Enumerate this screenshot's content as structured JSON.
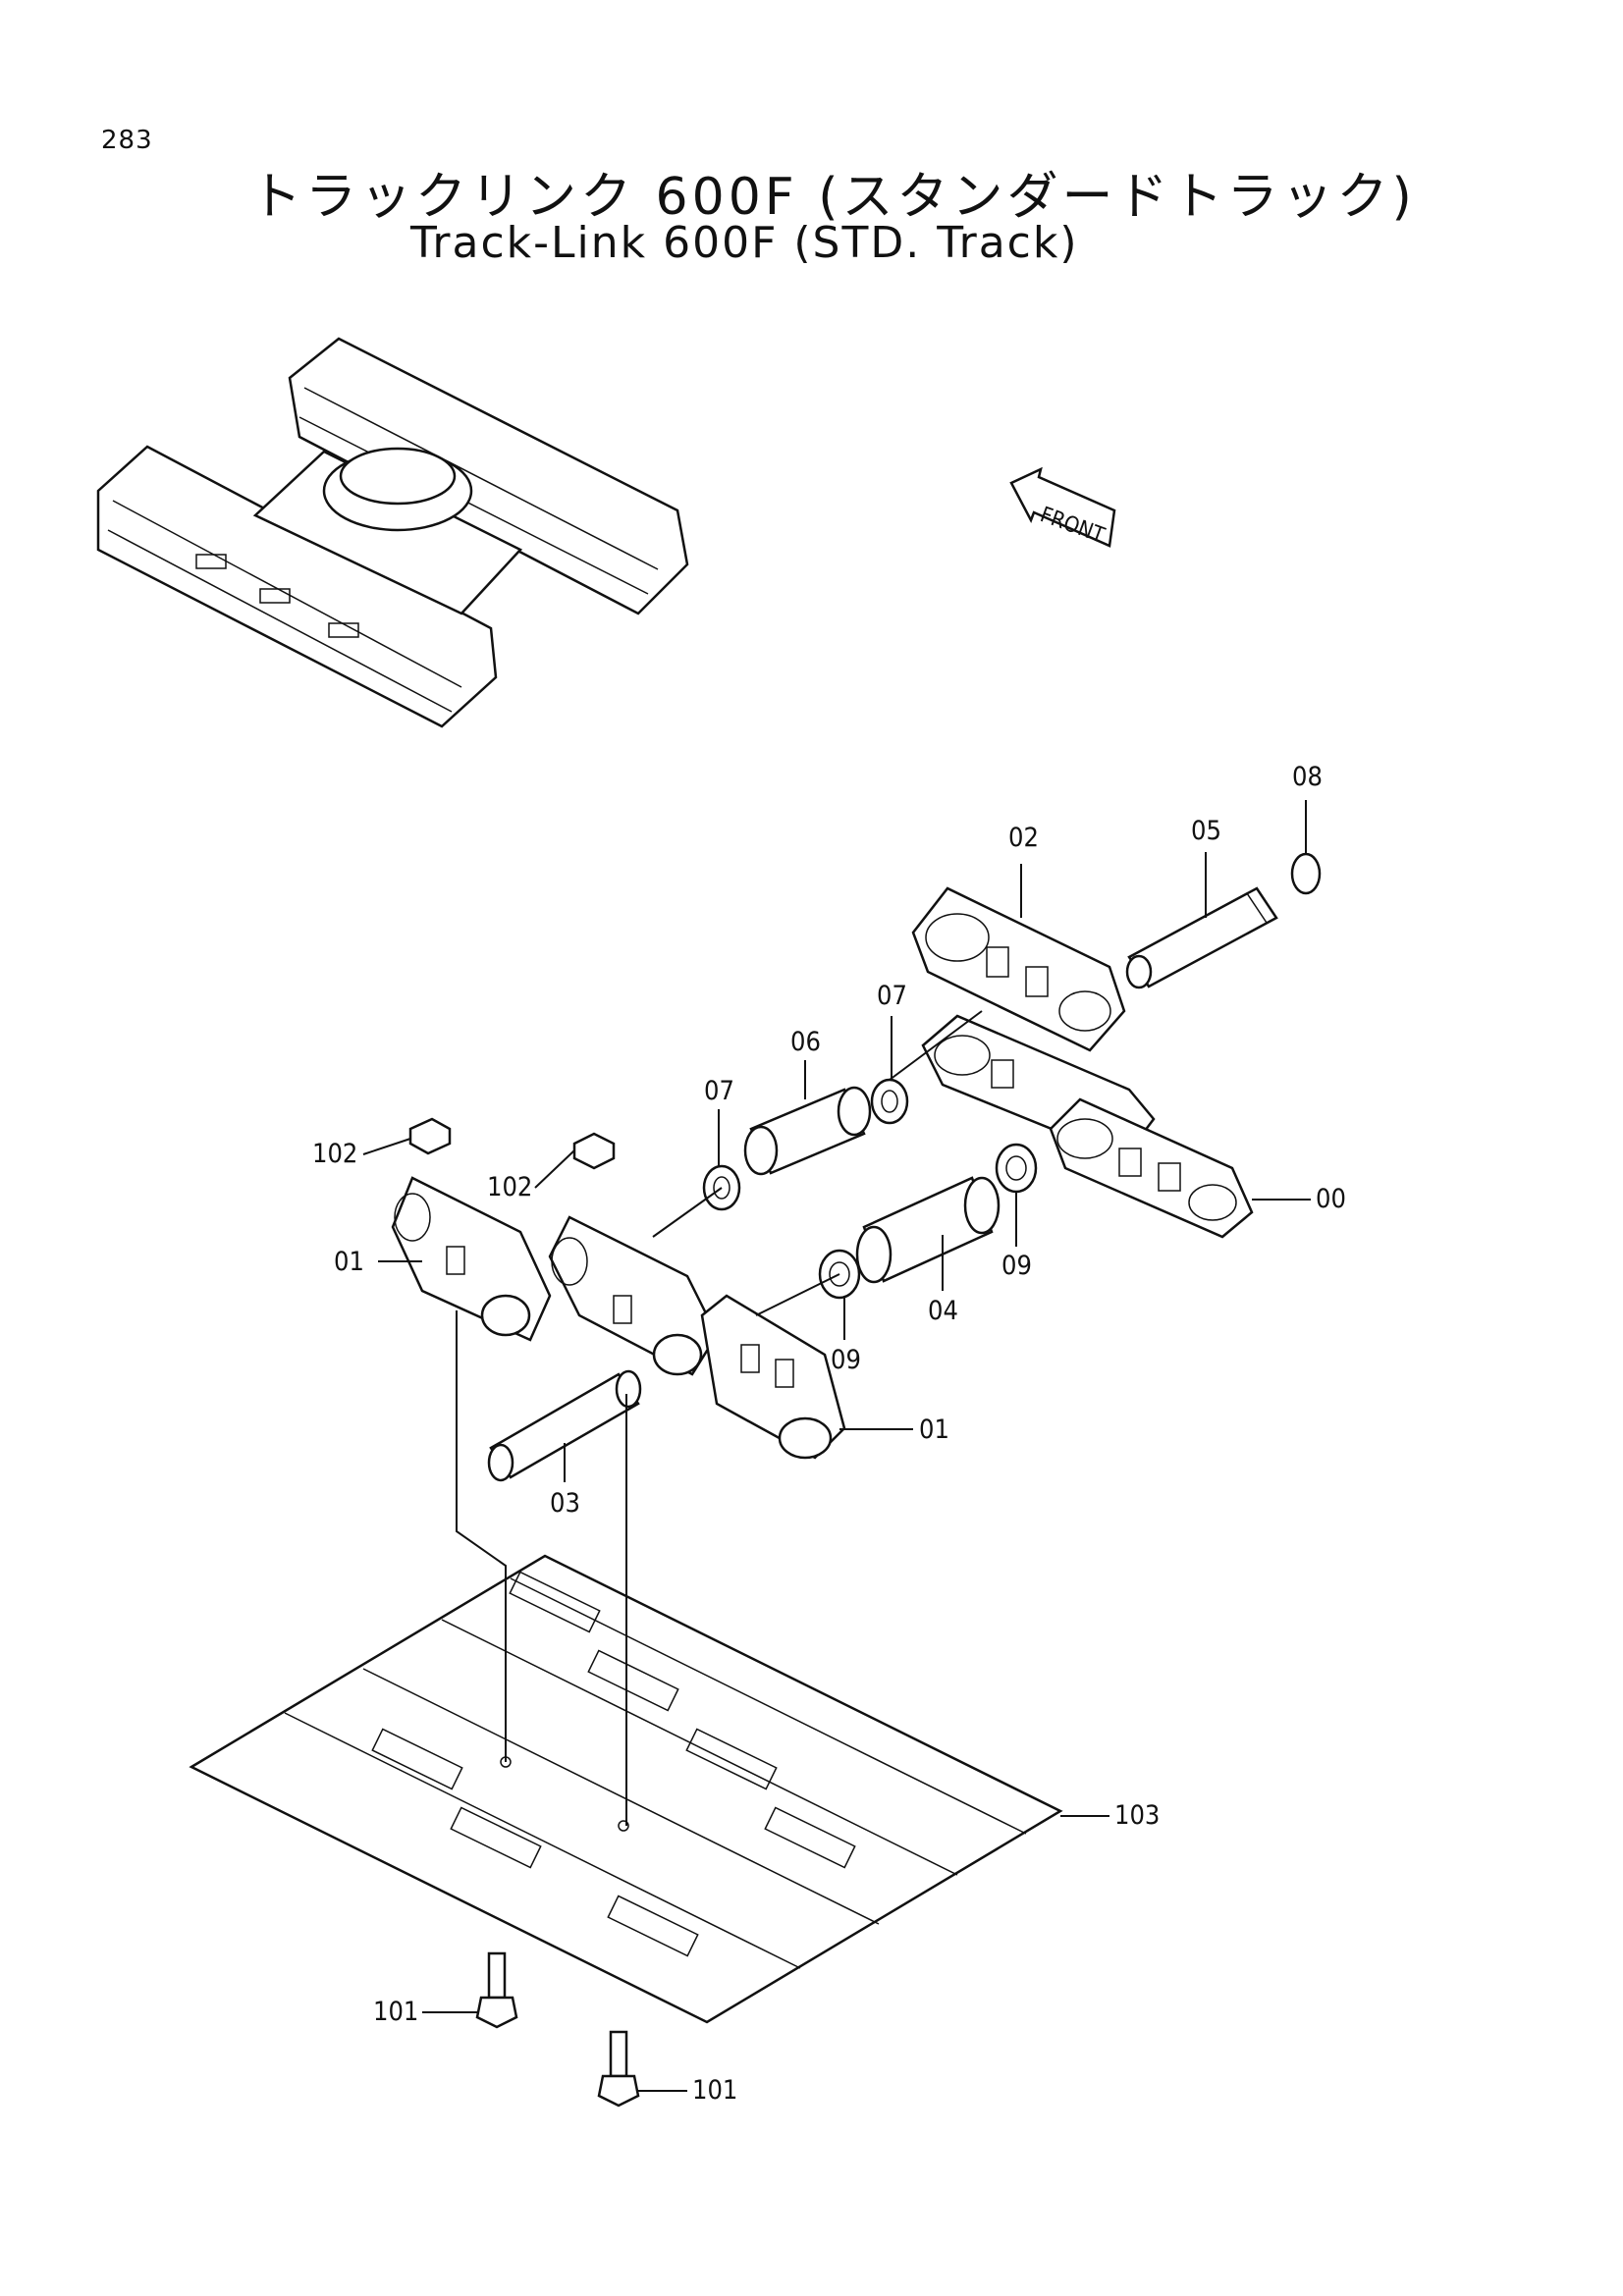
{
  "page_number": "283",
  "title_japanese": "トラックリンク 600F (スタンダードトラック)",
  "title_english": "Track-Link 600F (STD. Track)",
  "front_marker": "FRONT",
  "callouts": {
    "c00": "00",
    "c01a": "01",
    "c01b": "01",
    "c02": "02",
    "c03": "03",
    "c04": "04",
    "c05": "05",
    "c06": "06",
    "c07a": "07",
    "c07b": "07",
    "c08": "08",
    "c09a": "09",
    "c09b": "09",
    "c101a": "101",
    "c101b": "101",
    "c102a": "102",
    "c102b": "102",
    "c103": "103"
  }
}
